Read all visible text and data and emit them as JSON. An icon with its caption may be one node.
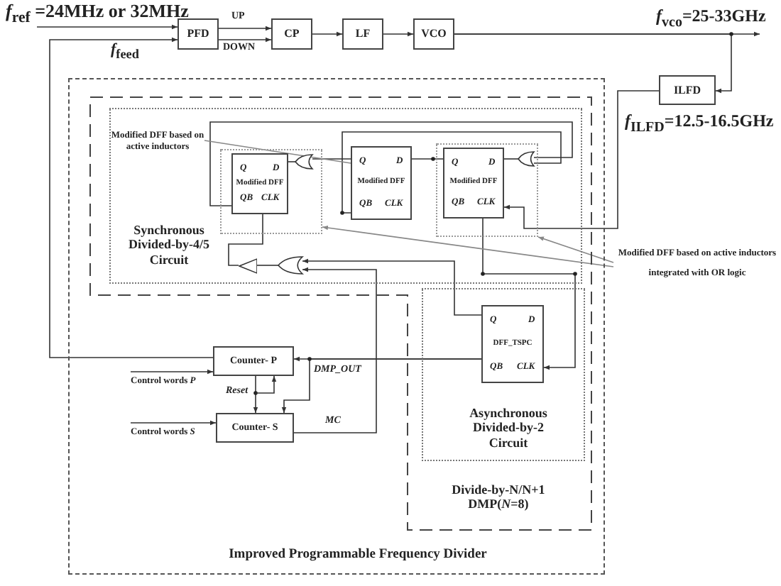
{
  "diagram": {
    "nodes": [
      {
        "text": [
          "Improved Programmable Frequency Divider"
        ]
      },
      {
        "text": [
          "Divide-by-N/N+1 DMP(*N*=8)"
        ],
        "in": 0
      },
      {
        "text": [
          "Synchronous Divided-by-4/5 Circuit"
        ],
        "in": 1
      },
      {
        "text": [],
        "shape": "box",
        "in": 2
      },
      {
        "text": [
          "Q",
          "D",
          "Modified DFF",
          "QB",
          "CLK"
        ],
        "in": 3
      },
      {
        "text": [],
        "shape": "gate",
        "in": 3
      },
      {
        "text": [
          "Q",
          "D",
          "Modified DFF",
          "QB",
          "CLK"
        ],
        "in": 2
      },
      {
        "text": [],
        "shape": "box",
        "in": 2
      },
      {
        "text": [
          "Q",
          "D",
          "Modified DFF",
          "QB",
          "CLK"
        ],
        "in": 7
      },
      {
        "text": [],
        "shape": "gate",
        "in": 7
      },
      {
        "text": [],
        "shape": "triangle",
        "in": 2
      },
      {
        "text": [],
        "shape": "gate",
        "in": 2
      },
      {
        "text": [
          "Asynchronous Divided-by-2 Circuit"
        ],
        "in": 1
      },
      {
        "text": [
          "Q",
          "D",
          "DFF_TSPC",
          "QB",
          "CLK"
        ],
        "in": 12
      },
      {
        "text": [
          "Counter- P"
        ],
        "in": 0
      },
      {
        "text": [
          "Counter- S"
        ],
        "in": 0
      },
      {
        "text": [
          "PFD"
        ]
      },
      {
        "text": [
          "CP"
        ]
      },
      {
        "text": [
          "LF"
        ]
      },
      {
        "text": [
          "VCO"
        ]
      },
      {
        "text": [
          "ILFD"
        ],
        "beside": [
          "*f*$_{ILFD}$=12.5-16.5GHz"
        ]
      },
      {
        "text": [
          "Modified DFF based on active inductors"
        ],
        "in": 2
      },
      {
        "text": [
          "Modified DFF based on active inductors integrated with OR logic"
        ]
      },
      {
        "text": [
          "Control words *P*"
        ],
        "in": 0
      },
      {
        "text": [
          "Control words *S*"
        ],
        "in": 0
      }
    ],
    "edges": [
      {
        "from": null,
        "to": 16,
        "arrow": "to",
        "label": "*f*$_{ref}$ =24MHz or 32MHz"
      },
      {
        "from": 16,
        "to": 17,
        "arrow": "to",
        "label": "UP"
      },
      {
        "from": 16,
        "to": 17,
        "arrow": "to",
        "label": "DOWN"
      },
      {
        "from": 17,
        "to": 18,
        "arrow": "to"
      },
      {
        "from": 18,
        "to": 19,
        "arrow": "to"
      },
      {
        "from": 19,
        "to": null,
        "arrow": "to",
        "label": "*f*$_{vco}$=25-33GHz"
      },
      {
        "from": 19,
        "to": 20,
        "arrow": "to"
      },
      {
        "from": 20,
        "to": 8,
        "arrow": "to"
      },
      {
        "from": 14,
        "to": 16,
        "arrow": "to",
        "label": "*f*$_{feed}$"
      },
      {
        "from": 5,
        "to": 4,
        "arrow": "none"
      },
      {
        "from": 6,
        "to": 5,
        "arrow": "none"
      },
      {
        "from": 4,
        "to": 9,
        "arrow": "none"
      },
      {
        "from": 6,
        "to": 9,
        "arrow": "none"
      },
      {
        "from": 8,
        "to": 6,
        "arrow": "none"
      },
      {
        "from": 9,
        "to": 8,
        "arrow": "none"
      },
      {
        "from": 11,
        "to": 10,
        "arrow": "none"
      },
      {
        "from": 10,
        "to": 4,
        "arrow": "none"
      },
      {
        "from": 13,
        "to": 11,
        "arrow": "to"
      },
      {
        "from": 15,
        "to": 11,
        "arrow": "to",
        "label": "MC"
      },
      {
        "from": 8,
        "to": 13,
        "arrow": "to"
      },
      {
        "from": 13,
        "to": 14,
        "arrow": "to",
        "label": "DMP_OUT"
      },
      {
        "from": 13,
        "to": 15,
        "arrow": "to"
      },
      {
        "from": 14,
        "to": 15,
        "arrow": "to",
        "label": "Reset"
      },
      {
        "from": 23,
        "to": 14,
        "arrow": "to"
      },
      {
        "from": 24,
        "to": 15,
        "arrow": "to"
      },
      {
        "from": 21,
        "to": 6,
        "arrow": "none"
      },
      {
        "from": 22,
        "to": 7,
        "arrow": "to"
      },
      {
        "from": 22,
        "to": 3,
        "arrow": "to"
      }
    ]
  }
}
